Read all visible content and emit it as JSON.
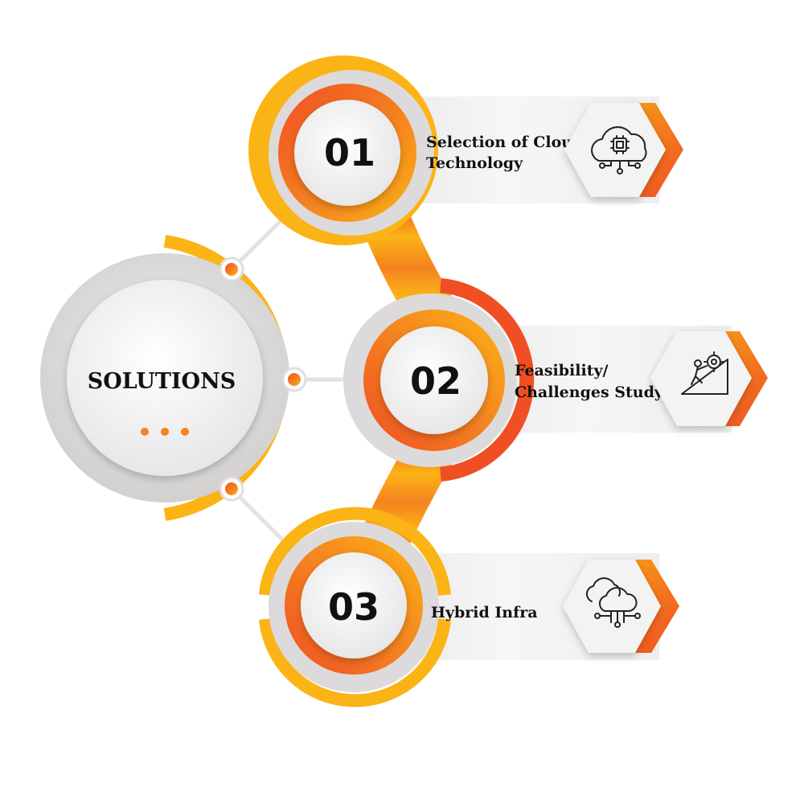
{
  "hub": {
    "title": "SOLUTIONS",
    "dots_icon": "ellipsis-icon"
  },
  "steps": [
    {
      "number": "01",
      "label_line1": "Selection of Cloud",
      "label_line2": "Technology",
      "icon": "cloud-chip-icon"
    },
    {
      "number": "02",
      "label_line1": "Feasibility/",
      "label_line2": "Challenges Study",
      "icon": "person-climbing-gear-icon"
    },
    {
      "number": "03",
      "label_line1": "Hybrid Infra",
      "label_line2": "",
      "icon": "hybrid-cloud-network-icon"
    }
  ],
  "colors": {
    "orange": "#f58220",
    "red_orange": "#f04e23",
    "yellow": "#fbb415",
    "grey": "#d9d6d6",
    "dark": "#111111"
  }
}
